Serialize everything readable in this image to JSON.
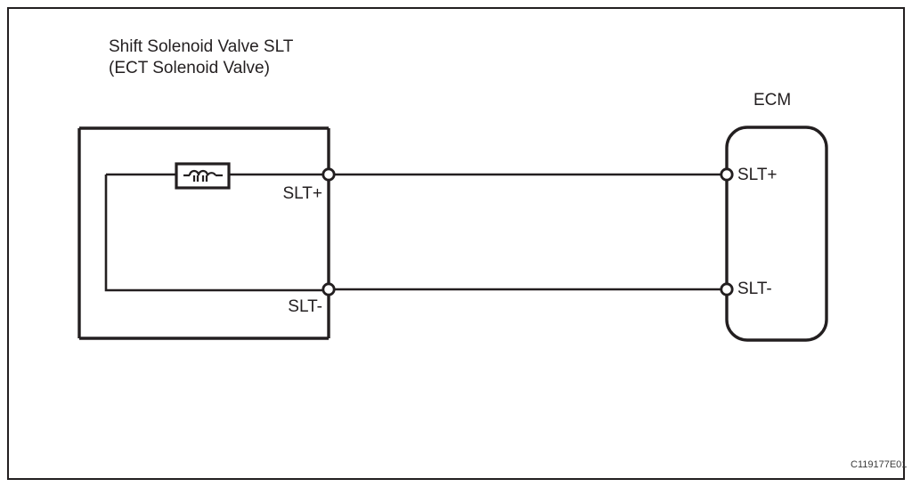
{
  "figure": {
    "reference_code": "C119177E01",
    "border_color": "#231f20",
    "line_color": "#231f20",
    "background": "#ffffff"
  },
  "components": {
    "solenoid": {
      "title_line1": "Shift Solenoid Valve SLT",
      "title_line2": "(ECT Solenoid Valve)",
      "coil_symbol": "inductor-coil",
      "terminals": [
        {
          "label": "SLT+",
          "symbol": "open-circle-terminal"
        },
        {
          "label": "SLT-",
          "symbol": "open-circle-terminal"
        }
      ]
    },
    "ecm": {
      "title": "ECM",
      "terminals": [
        {
          "label": "SLT+",
          "symbol": "open-circle-terminal"
        },
        {
          "label": "SLT-",
          "symbol": "open-circle-terminal"
        }
      ]
    }
  },
  "wires": [
    {
      "name": "slt-plus-harness",
      "from": "solenoid.SLT+",
      "to": "ecm.SLT+"
    },
    {
      "name": "slt-minus-harness",
      "from": "solenoid.SLT-",
      "to": "ecm.SLT-"
    }
  ]
}
